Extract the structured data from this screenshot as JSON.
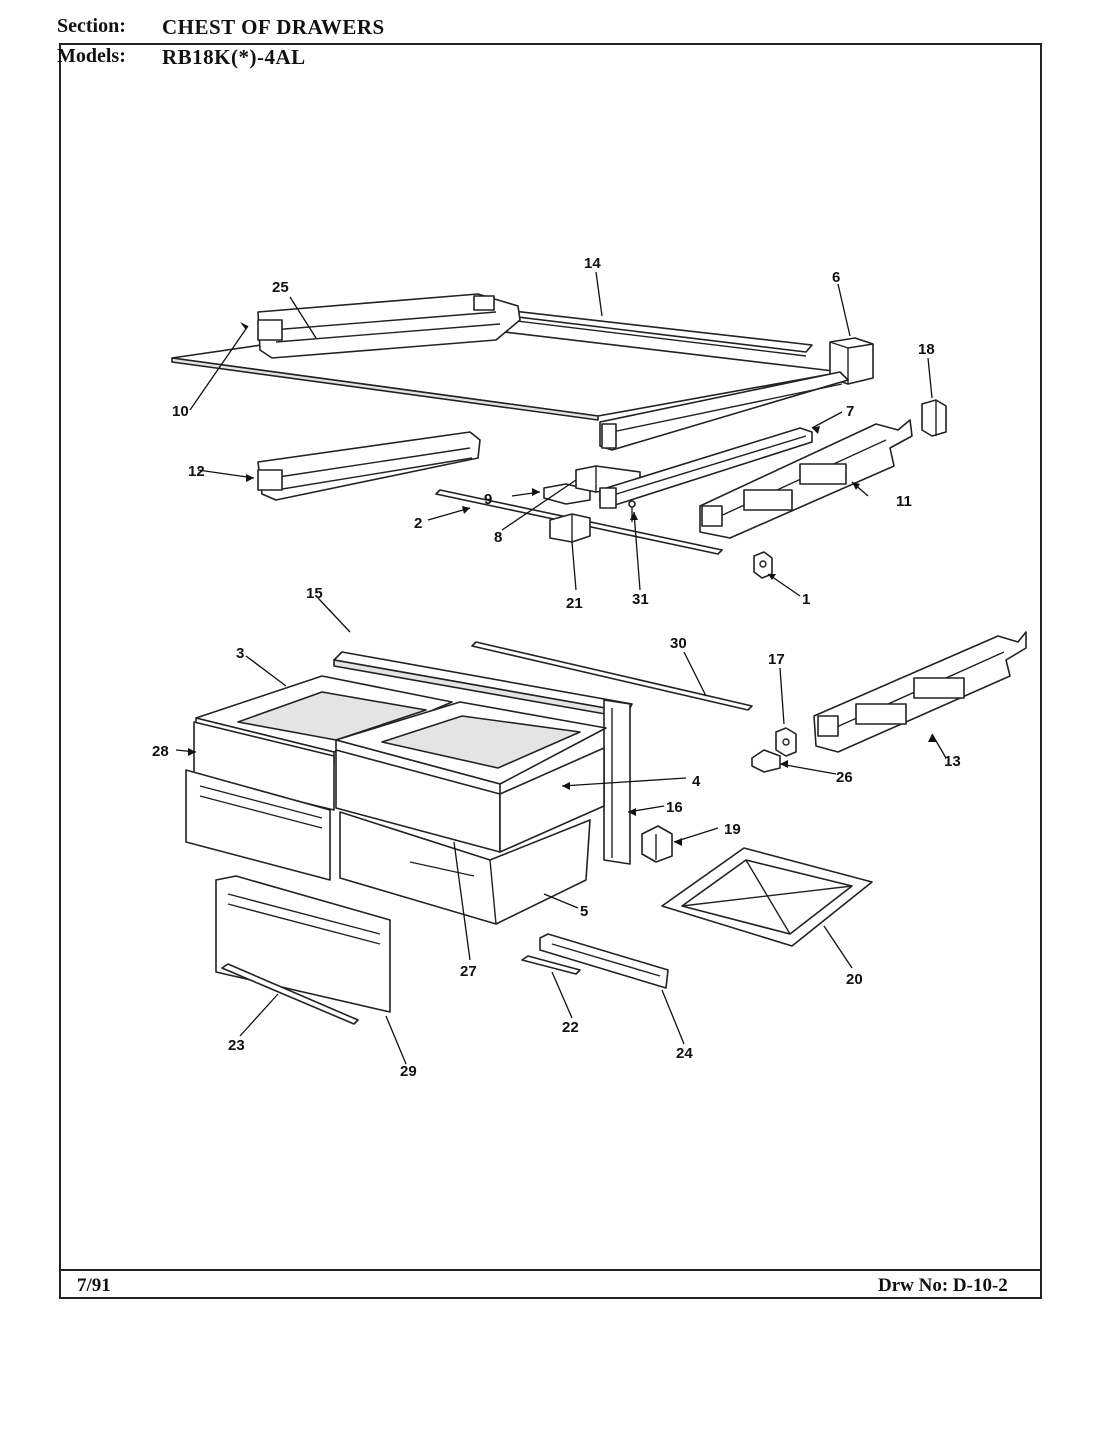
{
  "header": {
    "section_label": "Section:",
    "section_value": "CHEST OF DRAWERS",
    "models_label": "Models:",
    "models_value": "RB18K(*)-4AL"
  },
  "footer": {
    "date": "7/91",
    "drawing_number": "Drw No: D-10-2"
  },
  "callouts": [
    "1",
    "2",
    "3",
    "4",
    "5",
    "6",
    "7",
    "8",
    "9",
    "10",
    "11",
    "12",
    "13",
    "14",
    "15",
    "16",
    "17",
    "18",
    "19",
    "20",
    "21",
    "22",
    "23",
    "24",
    "25",
    "26",
    "27",
    "28",
    "29",
    "30",
    "31"
  ]
}
